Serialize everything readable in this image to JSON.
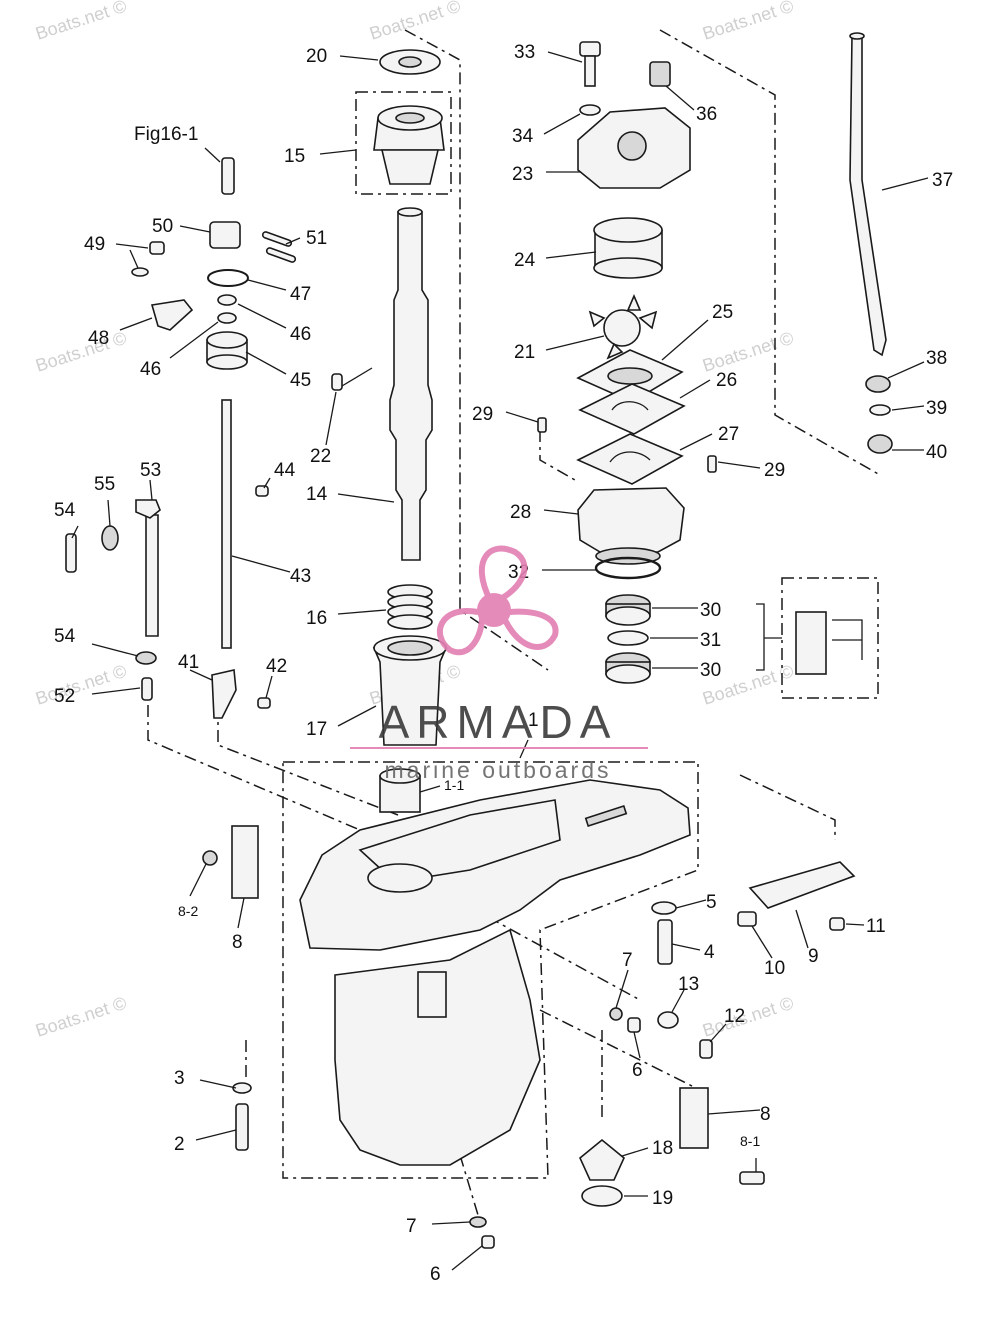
{
  "figure_ref": "Fig16-1",
  "watermark": "Boats.net ©",
  "brand": {
    "name": "ARMADA",
    "tagline": "marine outboards",
    "logo_color": "#e37fb3"
  },
  "callouts": {
    "c1": "1",
    "c1_1": "1-1",
    "c2": "2",
    "c3": "3",
    "c4": "4",
    "c5": "5",
    "c6": "6",
    "c7": "7",
    "c8": "8",
    "c8_1": "8-1",
    "c8_2": "8-2",
    "c9": "9",
    "c10": "10",
    "c11": "11",
    "c12": "12",
    "c13": "13",
    "c14": "14",
    "c15": "15",
    "c16": "16",
    "c17": "17",
    "c18": "18",
    "c19": "19",
    "c20": "20",
    "c21": "21",
    "c22": "22",
    "c23": "23",
    "c24": "24",
    "c25": "25",
    "c26": "26",
    "c27": "27",
    "c28": "28",
    "c29": "29",
    "c30": "30",
    "c31": "31",
    "c32": "32",
    "c33": "33",
    "c34": "34",
    "c36": "36",
    "c37": "37",
    "c38": "38",
    "c39": "39",
    "c40": "40",
    "c41": "41",
    "c42": "42",
    "c43": "43",
    "c44": "44",
    "c45": "45",
    "c46": "46",
    "c47": "47",
    "c48": "48",
    "c49": "49",
    "c50": "50",
    "c51": "51",
    "c52": "52",
    "c53": "53",
    "c54": "54",
    "c55": "55"
  }
}
